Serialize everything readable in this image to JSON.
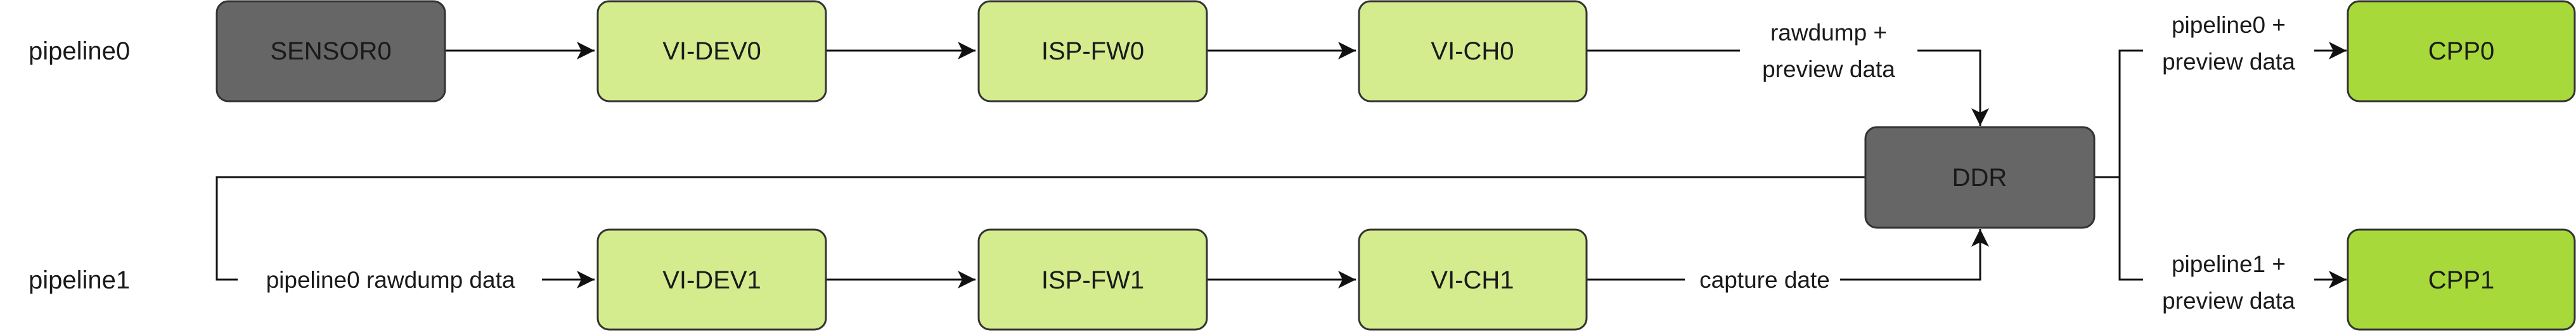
{
  "pipelines": [
    "pipeline0",
    "pipeline1"
  ],
  "nodes": {
    "sensor0": "SENSOR0",
    "vi_dev0": "VI-DEV0",
    "isp_fw0": "ISP-FW0",
    "vi_ch0": "VI-CH0",
    "ddr": "DDR",
    "cpp0": "CPP0",
    "vi_dev1": "VI-DEV1",
    "isp_fw1": "ISP-FW1",
    "vi_ch1": "VI-CH1",
    "cpp1": "CPP1"
  },
  "edge_labels": {
    "vi_ch0_to_ddr": [
      "rawdump +",
      "preview data"
    ],
    "ddr_to_cpp0": [
      "pipeline0 +",
      "preview data"
    ],
    "ddr_to_cpp1": [
      "pipeline1 +",
      "preview data"
    ],
    "ddr_to_vi_dev1": "pipeline0 rawdump data",
    "vi_ch1_to_ddr": "capture date"
  },
  "colors": {
    "gray_node": "#666666",
    "light_green_node": "#d4ec8e",
    "bright_green_node": "#a8d93b"
  }
}
